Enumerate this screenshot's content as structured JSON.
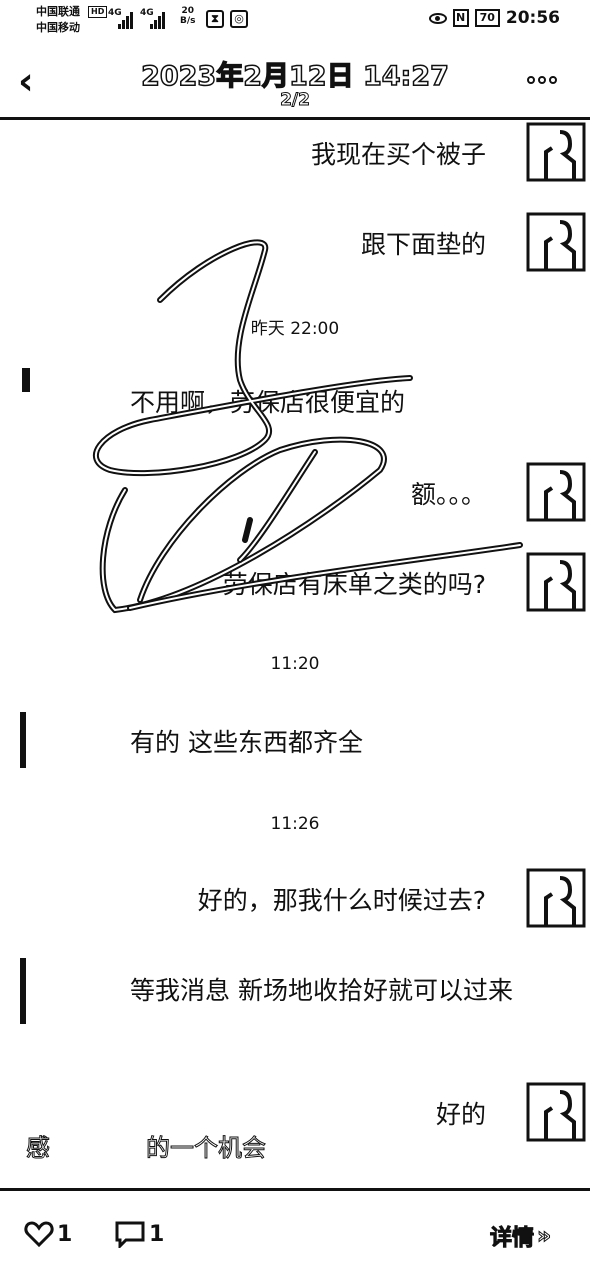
{
  "status_bar": {
    "carrier_1": "中国联通",
    "carrier_2": "中国移动",
    "hd": "HD",
    "signal_1": "4G",
    "signal_2": "4G",
    "speed_value": "20",
    "speed_unit": "B/s",
    "nfc": "N",
    "battery": "70",
    "time": "20:56"
  },
  "header": {
    "title": "2023年2月12日 14:27",
    "page": "2/2"
  },
  "messages": [
    {
      "side": "right",
      "text": "我现在买个被子"
    },
    {
      "side": "right",
      "text": "跟下面垫的"
    },
    {
      "type": "time",
      "text": "昨天 22:00"
    },
    {
      "side": "left",
      "text": "不用啊，劳保店很便宜的"
    },
    {
      "side": "right",
      "text": "额。。。"
    },
    {
      "side": "right",
      "text": "劳保店有床单之类的吗?"
    },
    {
      "type": "time",
      "text": "11:20"
    },
    {
      "side": "left",
      "text": "有的 这些东西都齐全"
    },
    {
      "type": "time",
      "text": "11:26"
    },
    {
      "side": "right",
      "text": "好的，那我什么时候过去?"
    },
    {
      "side": "left",
      "text": "等我消息 新场地收拾好就可以过来"
    },
    {
      "side": "right",
      "text": "好的"
    }
  ],
  "caption": "感　　　　的一个机会",
  "bottom_bar": {
    "like_count": "1",
    "comment_count": "1",
    "details_label": "详情"
  }
}
